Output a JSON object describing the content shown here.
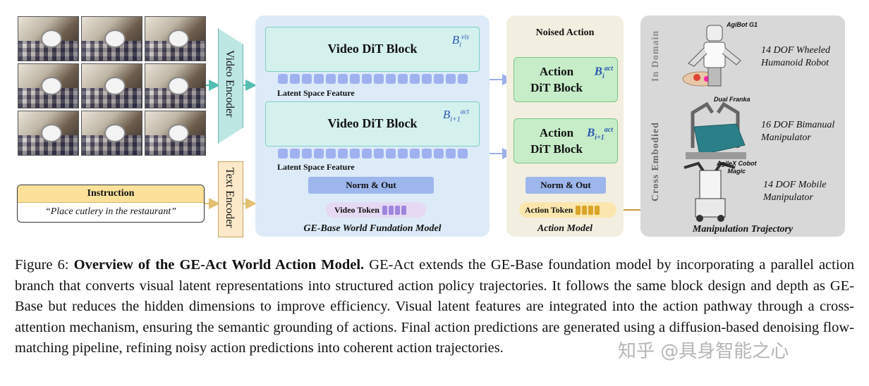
{
  "encoders": {
    "video": "Video Encoder",
    "text": "Text Encoder"
  },
  "instruction": {
    "header": "Instruction",
    "text": "“Place cutlery in the restaurant”"
  },
  "base_model": {
    "block1_title": "Video DiT Block",
    "block1_symbol": "B",
    "block1_sup": "vis",
    "block1_sub": "i",
    "latent1": "Latent Space Feature",
    "block2_title": "Video DiT Block",
    "block2_symbol": "B",
    "block2_sup": "act",
    "block2_sub": "i+1",
    "latent2": "Latent Space Feature",
    "norm_out": "Norm & Out",
    "video_token": "Video Token",
    "caption": "GE-Base World Fundation Model"
  },
  "action_model": {
    "noised": "Noised Action",
    "block1_line1": "Action",
    "block1_line2": "DiT Block",
    "block1_symbol": "B",
    "block1_sup": "act",
    "block1_sub": "i",
    "block2_line1": "Action",
    "block2_line2": "DiT Block",
    "block2_symbol": "B",
    "block2_sup": "act",
    "block2_sub": "i+1",
    "norm_out": "Norm & Out",
    "action_token": "Action Token",
    "caption": "Action Model"
  },
  "trajectory": {
    "in_domain": "In Domain",
    "cross_embodied": "Cross Embodied",
    "robot1_name": "AgiBot G1",
    "robot1_desc_1": "14 DOF Wheeled",
    "robot1_desc_2": "Humanoid Robot",
    "robot2_name": "Dual Franka",
    "robot2_desc_1": "16 DOF Bimanual",
    "robot2_desc_2": "Manipulator",
    "robot3_name_1": "AgileX Cobot",
    "robot3_name_2": "Magic",
    "robot3_desc_1": "14 DOF Mobile",
    "robot3_desc_2": "Manipulator",
    "caption": "Manipulation Trajectory"
  },
  "figure_caption": {
    "label": "Figure 6:",
    "title": "Overview of the GE-Act World Action Model.",
    "body": "GE-Act extends the GE-Base foundation model by incorporating a parallel action branch that converts visual latent representations into structured action policy trajectories. It follows the same block design and depth as GE-Base but reduces the hidden dimensions to improve efficiency. Visual latent features are integrated into the action pathway through a cross-attention mechanism, ensuring the semantic grounding of actions. Final action predictions are generated using a diffusion-based denoising flow-matching pipeline, refining noisy action predictions into coherent action trajectories."
  },
  "watermark": "知乎 @具身智能之心",
  "colors": {
    "teal_block": "#d5f1ee",
    "action_block": "#c6edc8",
    "base_panel": "#dcebf7",
    "action_panel": "#f3efe0",
    "trajectory_panel": "#d8d8d8",
    "token_blue": "#9fb1ef",
    "token_orange": "#e6b74a"
  }
}
